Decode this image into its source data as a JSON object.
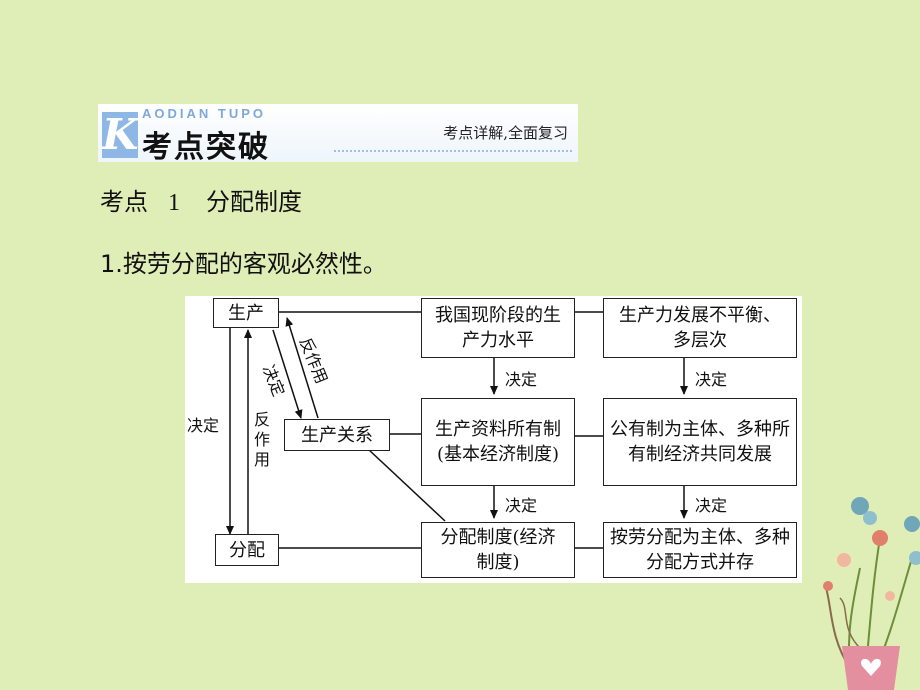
{
  "banner": {
    "letter": "K",
    "english": "AODIAN TUPO",
    "title": "考点突破",
    "subtitle": "考点详解,全面复习"
  },
  "heading": {
    "prefix": "考点",
    "number": "1",
    "title": "分配制度"
  },
  "point": "1.按劳分配的客观必然性。",
  "diagram": {
    "left": {
      "production": "生产",
      "relations": "生产关系",
      "distribution": "分配",
      "decides_diag": "决定",
      "react_diag": "反作用",
      "decides_vert": "决定",
      "react_vert": "反作用"
    },
    "middle": {
      "productivity": "我国现阶段的生产力水平",
      "ownership": "生产资料所有制(基本经济制度)",
      "distribution_system": "分配制度(经济制度)",
      "decides_1": "决定",
      "decides_2": "决定"
    },
    "right": {
      "uneven": "生产力发展不平衡、多层次",
      "public": "公有制为主体、多种所有制经济共同发展",
      "labor": "按劳分配为主体、多种分配方式并存",
      "decides_1": "决定",
      "decides_2": "决定"
    }
  }
}
